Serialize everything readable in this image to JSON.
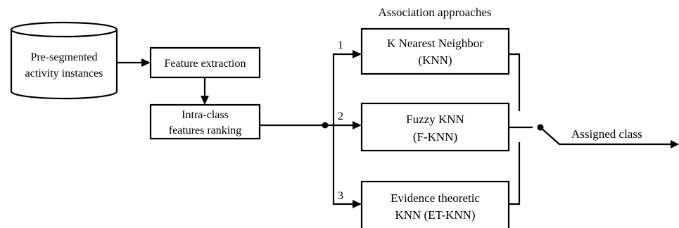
{
  "header": {
    "title": "Association approaches"
  },
  "nodes": {
    "source": {
      "line1": "Pre-segmented",
      "line2": "activity instances"
    },
    "feature_extraction": {
      "label": "Feature extraction"
    },
    "ranking": {
      "line1": "Intra-class",
      "line2": "features ranking"
    },
    "knn": {
      "line1": "K Nearest Neighbor",
      "line2": "(KNN)"
    },
    "fknn": {
      "line1": "Fuzzy KNN",
      "line2": "(F-KNN)"
    },
    "etknn": {
      "line1": "Evidence theoretic",
      "line2": "KNN (ET-KNN)"
    }
  },
  "branches": [
    "1",
    "2",
    "3"
  ],
  "output": {
    "label": "Assigned class"
  }
}
